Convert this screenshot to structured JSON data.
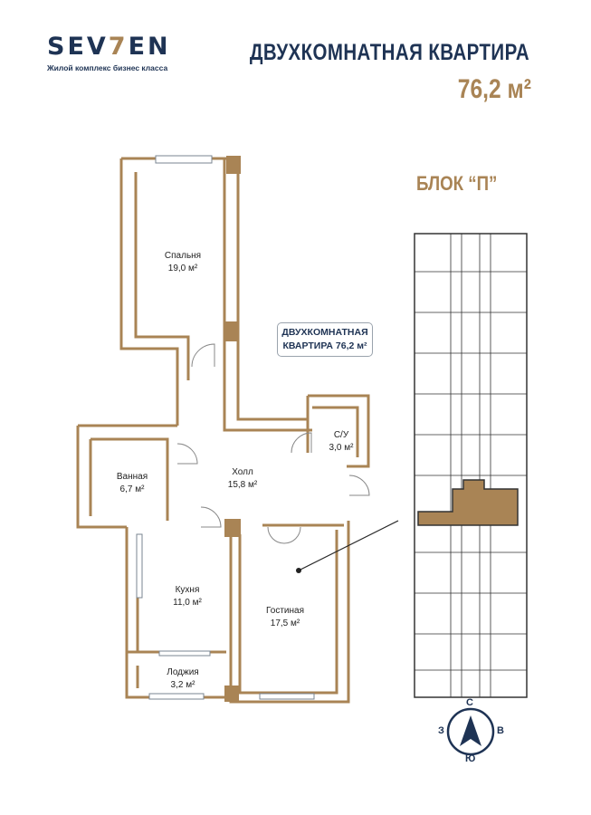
{
  "header": {
    "logo_text_a": "SEV",
    "logo_text_b": "7",
    "logo_text_c": "EN",
    "tagline": "Жилой комплекс бизнес класса",
    "title": "ДВУХКОМНАТНАЯ КВАРТИРА",
    "area": "76,2 м²"
  },
  "block_label": "БЛОК “П”",
  "plan_badge": {
    "line1": "ДВУХКОМНАТНАЯ",
    "line2": "КВАРТИРА 76,2 м²"
  },
  "rooms": [
    {
      "name": "Спальня",
      "area": "19,0 м²"
    },
    {
      "name": "С/У",
      "area": "3,0 м²"
    },
    {
      "name": "Ванная",
      "area": "6,7 м²"
    },
    {
      "name": "Холл",
      "area": "15,8 м²"
    },
    {
      "name": "Кухня",
      "area": "11,0 м²"
    },
    {
      "name": "Гостиная",
      "area": "17,5 м²"
    },
    {
      "name": "Лоджия",
      "area": "3,2 м²"
    }
  ],
  "compass": {
    "n": "С",
    "s": "Ю",
    "w": "З",
    "e": "В"
  },
  "colors": {
    "navy": "#1e3354",
    "gold": "#a98455",
    "wall_fill": "#f6efe4"
  }
}
